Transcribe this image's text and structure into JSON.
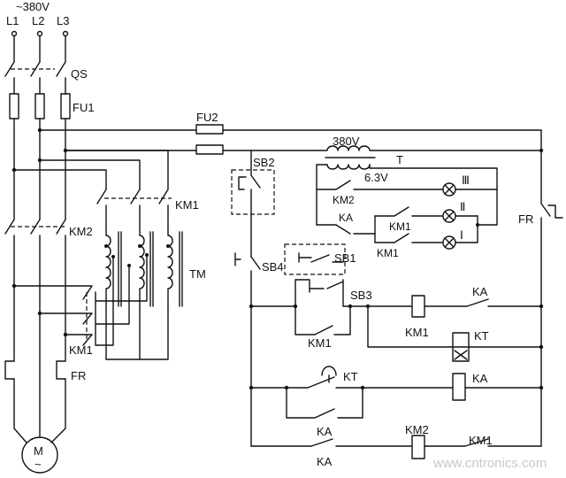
{
  "supply": {
    "voltage": "~380V",
    "phases": [
      "L1",
      "L2",
      "L3"
    ]
  },
  "labels": {
    "qs": "QS",
    "fu1": "FU1",
    "fu2": "FU2",
    "km1": "KM1",
    "km2": "KM2",
    "tm": "TM",
    "fr": "FR",
    "sb1": "SB1",
    "sb2": "SB2",
    "sb3": "SB3",
    "sb4": "SB4",
    "ka": "KA",
    "kt": "KT",
    "t": "T",
    "motor": "M",
    "motor_sym": "~",
    "ctrl_voltage": "380V",
    "lamp_voltage": "6.3V",
    "lamp1": "Ⅰ",
    "lamp2": "Ⅱ",
    "lamp3": "Ⅲ"
  },
  "watermark": "www.cntronics.com"
}
